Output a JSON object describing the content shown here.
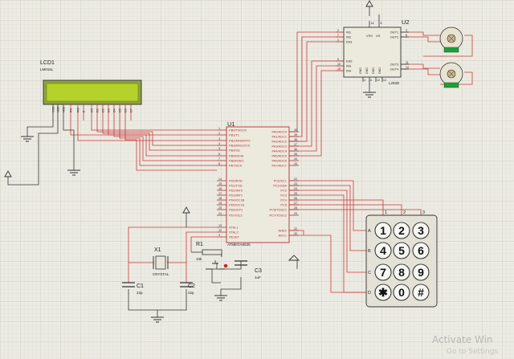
{
  "lcd": {
    "ref": "LCD1",
    "model": "LM016L",
    "pins": [
      "VSS",
      "VDD",
      "VEE",
      "RS",
      "RW",
      "E",
      "D0",
      "D1",
      "D2",
      "D3",
      "D4",
      "D5",
      "D6",
      "D7"
    ]
  },
  "mcu": {
    "ref": "U1",
    "model": "ATMEGA8535",
    "left_pins": [
      {
        "n": "1",
        "name": "PB0/T0/XCK"
      },
      {
        "n": "2",
        "name": "PB1/T1"
      },
      {
        "n": "3",
        "name": "PB2/AIN0/INT2"
      },
      {
        "n": "4",
        "name": "PB3/AIN1/OC0"
      },
      {
        "n": "5",
        "name": "PB4/SS"
      },
      {
        "n": "6",
        "name": "PB5/MOSI"
      },
      {
        "n": "7",
        "name": "PB6/MISO"
      },
      {
        "n": "8",
        "name": "PB7/SCK"
      },
      {
        "n": "14",
        "name": "PD0/RXD"
      },
      {
        "n": "15",
        "name": "PD1/TXD"
      },
      {
        "n": "16",
        "name": "PD2/INT0"
      },
      {
        "n": "17",
        "name": "PD3/INT1"
      },
      {
        "n": "18",
        "name": "PD4/OC1B"
      },
      {
        "n": "19",
        "name": "PD5/OC1A"
      },
      {
        "n": "20",
        "name": "PD6/ICP1"
      },
      {
        "n": "21",
        "name": "PD7/OC2"
      },
      {
        "n": "13",
        "name": "XTAL1"
      },
      {
        "n": "12",
        "name": "XTAL2"
      },
      {
        "n": "9",
        "name": "RESET"
      }
    ],
    "right_pins": [
      {
        "n": "40",
        "name": "PA0/ADC0"
      },
      {
        "n": "39",
        "name": "PA1/ADC1"
      },
      {
        "n": "38",
        "name": "PA2/ADC2"
      },
      {
        "n": "37",
        "name": "PA3/ADC3"
      },
      {
        "n": "36",
        "name": "PA4/ADC4"
      },
      {
        "n": "35",
        "name": "PA5/ADC5"
      },
      {
        "n": "34",
        "name": "PA6/ADC6"
      },
      {
        "n": "33",
        "name": "PA7/ADC7"
      },
      {
        "n": "22",
        "name": "PC0/SCL"
      },
      {
        "n": "23",
        "name": "PC1/SDA"
      },
      {
        "n": "24",
        "name": "PC2"
      },
      {
        "n": "25",
        "name": "PC3"
      },
      {
        "n": "26",
        "name": "PC4"
      },
      {
        "n": "27",
        "name": "PC5"
      },
      {
        "n": "28",
        "name": "PC6/TOSC1"
      },
      {
        "n": "29",
        "name": "PC7/TOSC2"
      },
      {
        "n": "32",
        "name": "AREF"
      },
      {
        "n": "30",
        "name": "AVCC"
      }
    ]
  },
  "driver": {
    "ref": "U2",
    "model": "L293D",
    "top_pins": [
      {
        "n": "16",
        "name": "VSS"
      },
      {
        "n": "8",
        "name": "VS"
      }
    ],
    "left_pins": [
      {
        "n": "2",
        "name": "IN1"
      },
      {
        "n": "7",
        "name": "IN2"
      },
      {
        "n": "1",
        "name": "EN1"
      },
      {
        "n": "9",
        "name": "EN2"
      },
      {
        "n": "10",
        "name": "IN3"
      },
      {
        "n": "15",
        "name": "IN4"
      }
    ],
    "right_pins": [
      {
        "n": "3",
        "name": "OUT1"
      },
      {
        "n": "6",
        "name": "OUT2"
      },
      {
        "n": "11",
        "name": "OUT3"
      },
      {
        "n": "14",
        "name": "OUT4"
      }
    ],
    "bottom_pins": [
      {
        "n": "4",
        "name": "GND"
      },
      {
        "n": "5",
        "name": "GND"
      },
      {
        "n": "12",
        "name": "GND"
      },
      {
        "n": "13",
        "name": "GND"
      }
    ]
  },
  "keypad": {
    "row_labels": [
      "A",
      "B",
      "C",
      "D"
    ],
    "col_labels": [
      "1",
      "2",
      "3"
    ],
    "keys": [
      "1",
      "2",
      "3",
      "4",
      "5",
      "6",
      "7",
      "8",
      "9",
      "✱",
      "0",
      "#"
    ]
  },
  "crystal": {
    "ref": "X1",
    "label": "CRYSTAL"
  },
  "c1": {
    "ref": "C1",
    "value": "22p"
  },
  "c2": {
    "ref": "C2",
    "value": "22p"
  },
  "c3": {
    "ref": "C3",
    "value": "1uF"
  },
  "r1": {
    "ref": "R1",
    "value": "10k"
  },
  "watermark": {
    "line1": "Activate Win",
    "line2": "Go to Settings"
  }
}
